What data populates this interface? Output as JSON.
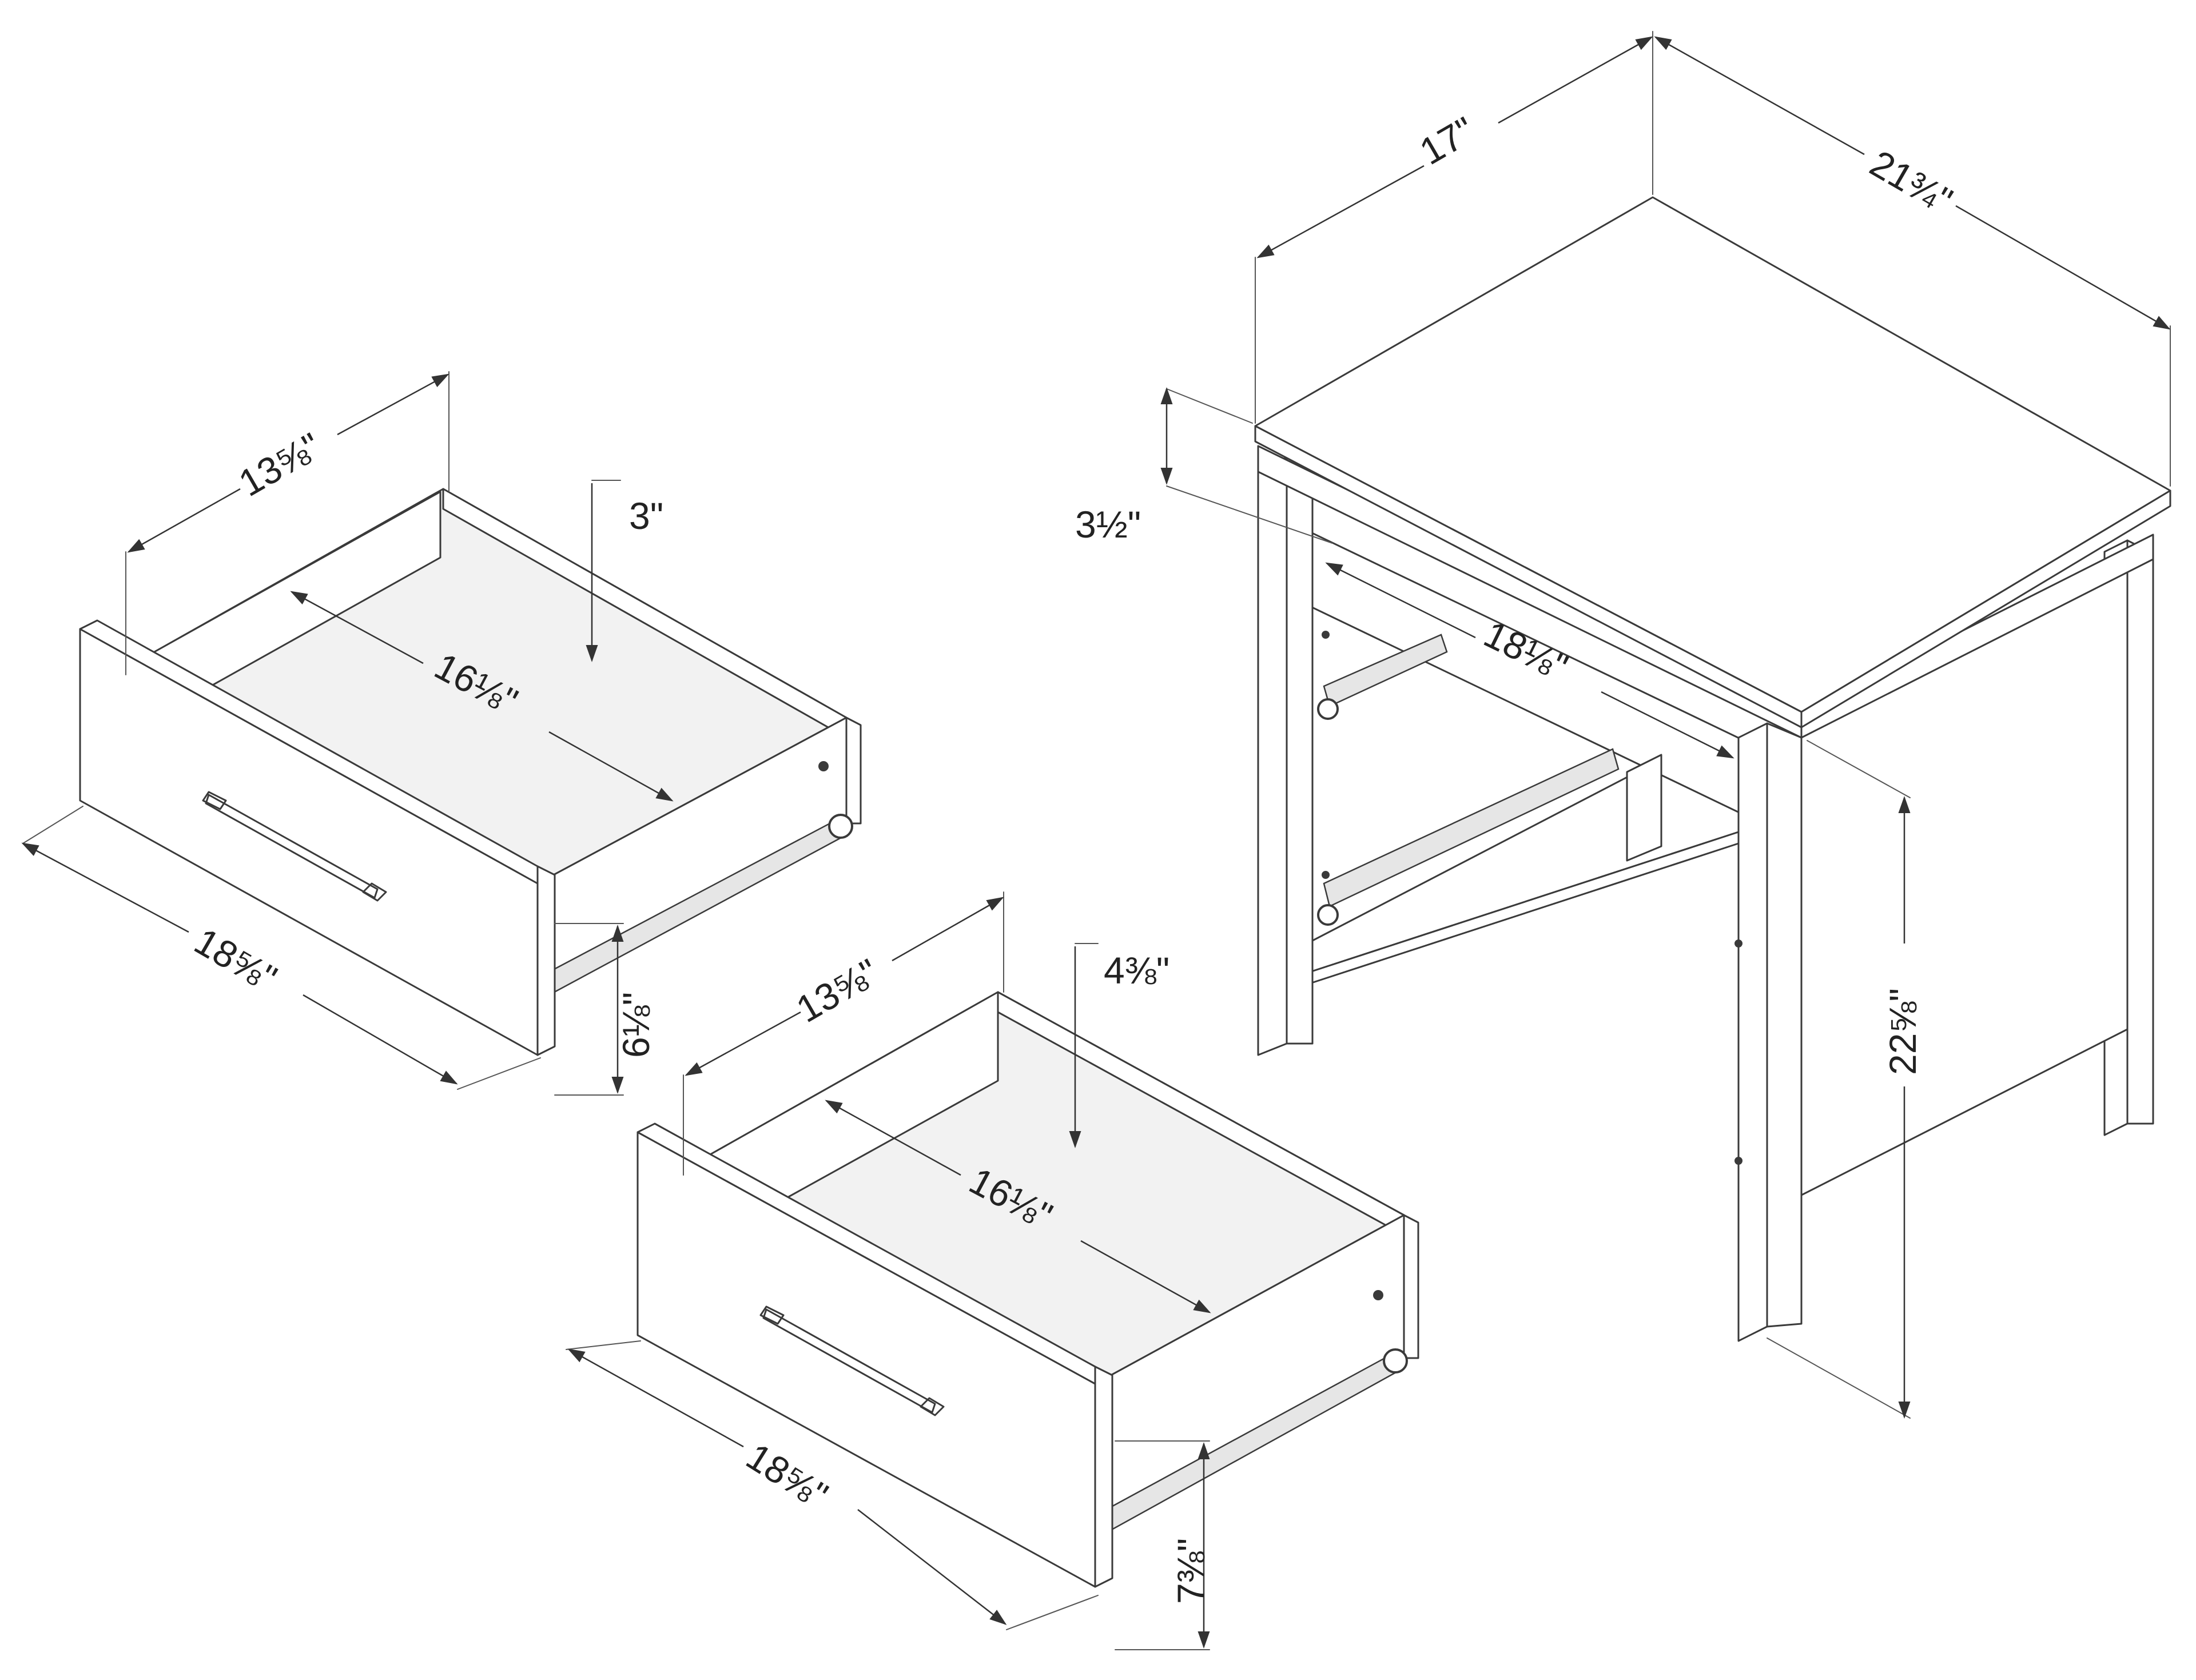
{
  "diagram": {
    "colors": {
      "line": "#3a3a3a",
      "background": "#ffffff",
      "shade": "#f2f2f2"
    },
    "table": {
      "width_label": "17\"",
      "depth_label": "21¾\"",
      "height_label": "22⅝\"",
      "apron_label": "3½\"",
      "inner_width_label": "18⅛\""
    },
    "drawer_top": {
      "depth_label": "13⅝\"",
      "inner_label": "16⅛\"",
      "width_label": "18⅝\"",
      "height_label": "6⅛\"",
      "inner_height_label": "3\""
    },
    "drawer_bottom": {
      "depth_label": "13⅝\"",
      "inner_label": "16⅛\"",
      "width_label": "18⅝\"",
      "height_label": "7⅜\"",
      "inner_height_label": "4⅜\""
    }
  }
}
